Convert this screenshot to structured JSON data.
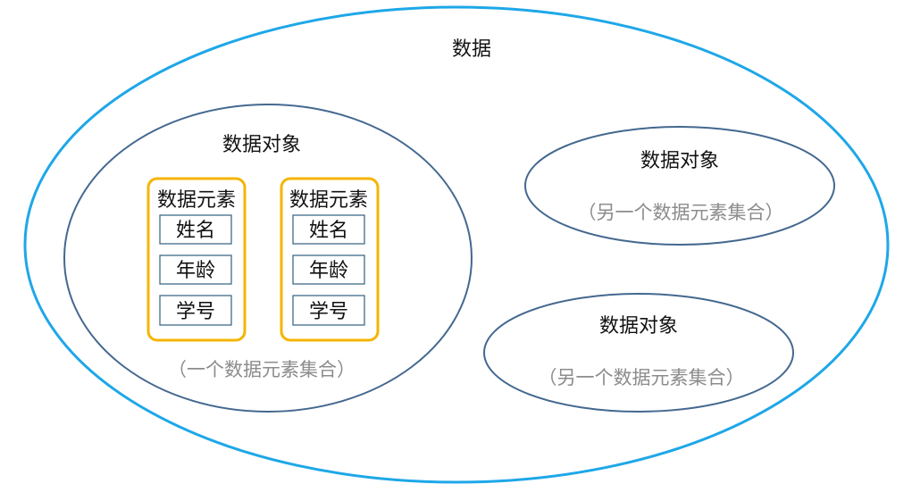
{
  "colors": {
    "outer_ellipse": "#1ea7e8",
    "object_ellipse": "#44688f",
    "element_box": "#f5b400",
    "field_box": "#2f5f7f",
    "subtitle_text": "#8c8c8c"
  },
  "outer": {
    "label": "数据"
  },
  "object_main": {
    "label": "数据对象",
    "subtitle": "（一个数据元素集合）",
    "elements": [
      {
        "label": "数据元素",
        "fields": [
          "姓名",
          "年龄",
          "学号"
        ]
      },
      {
        "label": "数据元素",
        "fields": [
          "姓名",
          "年龄",
          "学号"
        ]
      }
    ]
  },
  "object_right_top": {
    "label": "数据对象",
    "subtitle": "（另一个数据元素集合）"
  },
  "object_right_bottom": {
    "label": "数据对象",
    "subtitle": "（另一个数据元素集合）"
  }
}
